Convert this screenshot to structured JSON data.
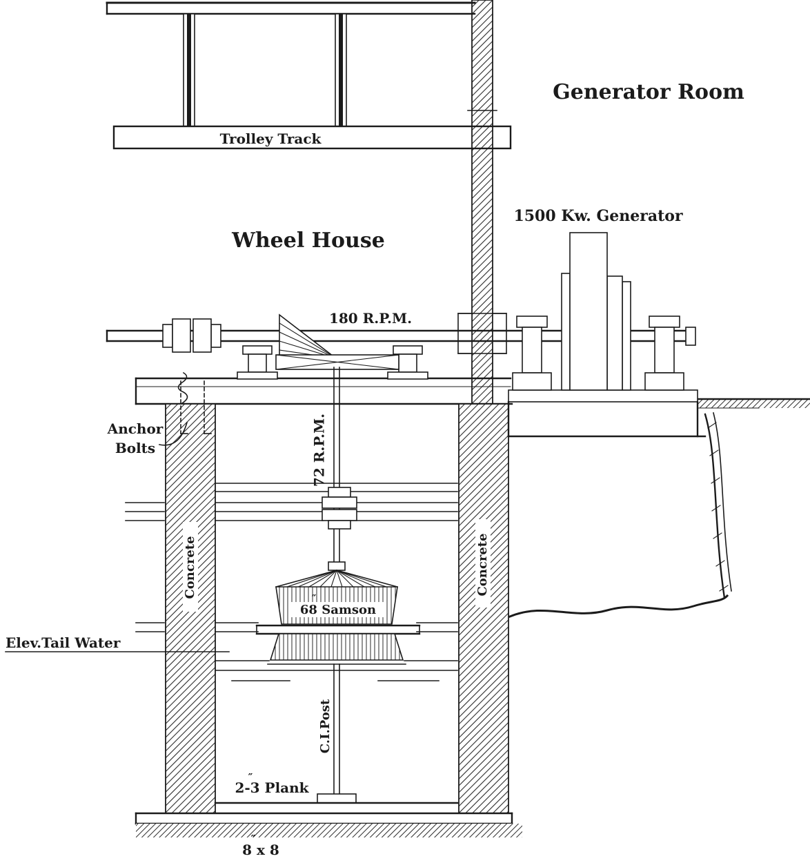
{
  "figure": {
    "kind": "engineering cross-section engraving",
    "background_color": "#ffffff",
    "ink_color": "#1b1b1b"
  },
  "rooms": {
    "generator_room": "Generator Room",
    "wheel_house": "Wheel House"
  },
  "labels": {
    "trolley_track": "Trolley Track",
    "generator": "1500 Kw. Generator",
    "main_shaft_speed": "180 R.P.M.",
    "vertical_shaft_speed": "72 R.P.M.",
    "anchor_line1": "Anchor",
    "anchor_line2": "Bolts",
    "concrete_left": "Concrete",
    "concrete_right": "Concrete",
    "turbine": "68 Samson",
    "turbine_mark": "″",
    "tail_water": "Elev.Tail Water",
    "post": "C.I.Post",
    "plank": "2-3 Plank",
    "plank_mark": "″",
    "timber": "8 x 8",
    "timber_mark": "″"
  }
}
